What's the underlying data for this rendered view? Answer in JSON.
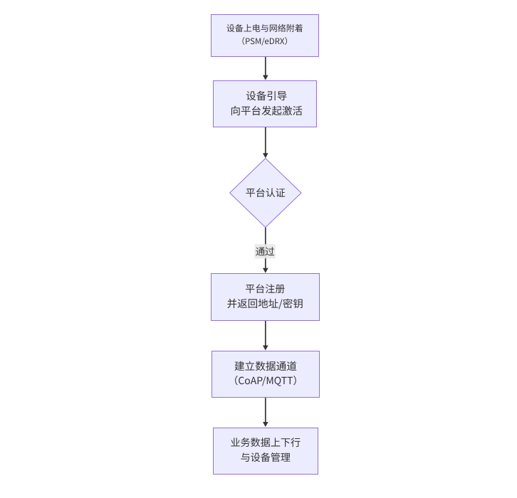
{
  "page": {
    "background": "#ffffff"
  },
  "diagram": {
    "type": "flowchart",
    "direction": "top-down",
    "colors": {
      "node_fill": "#ECECFF",
      "node_border": "#9370DB",
      "edge": "#333333",
      "text": "#333333",
      "edge_label_bg": "#e8e8e8"
    },
    "nodes": [
      {
        "id": "A",
        "shape": "rect",
        "lines": [
          "设备上电与网络附着",
          "（PSM/eDRX）"
        ]
      },
      {
        "id": "B",
        "shape": "rect",
        "lines": [
          "设备引导",
          "向平台发起激活"
        ]
      },
      {
        "id": "C",
        "shape": "diamond",
        "lines": [
          "平台认证"
        ]
      },
      {
        "id": "D",
        "shape": "rect",
        "lines": [
          "平台注册",
          "并返回地址/密钥"
        ]
      },
      {
        "id": "E",
        "shape": "rect",
        "lines": [
          "建立数据通道",
          "（CoAP/MQTT）"
        ]
      },
      {
        "id": "F",
        "shape": "rect",
        "lines": [
          "业务数据上下行",
          "与设备管理"
        ]
      }
    ],
    "edges": [
      {
        "from": "A",
        "to": "B",
        "label": ""
      },
      {
        "from": "B",
        "to": "C",
        "label": ""
      },
      {
        "from": "C",
        "to": "D",
        "label": "通过"
      },
      {
        "from": "D",
        "to": "E",
        "label": ""
      },
      {
        "from": "E",
        "to": "F",
        "label": ""
      }
    ]
  }
}
